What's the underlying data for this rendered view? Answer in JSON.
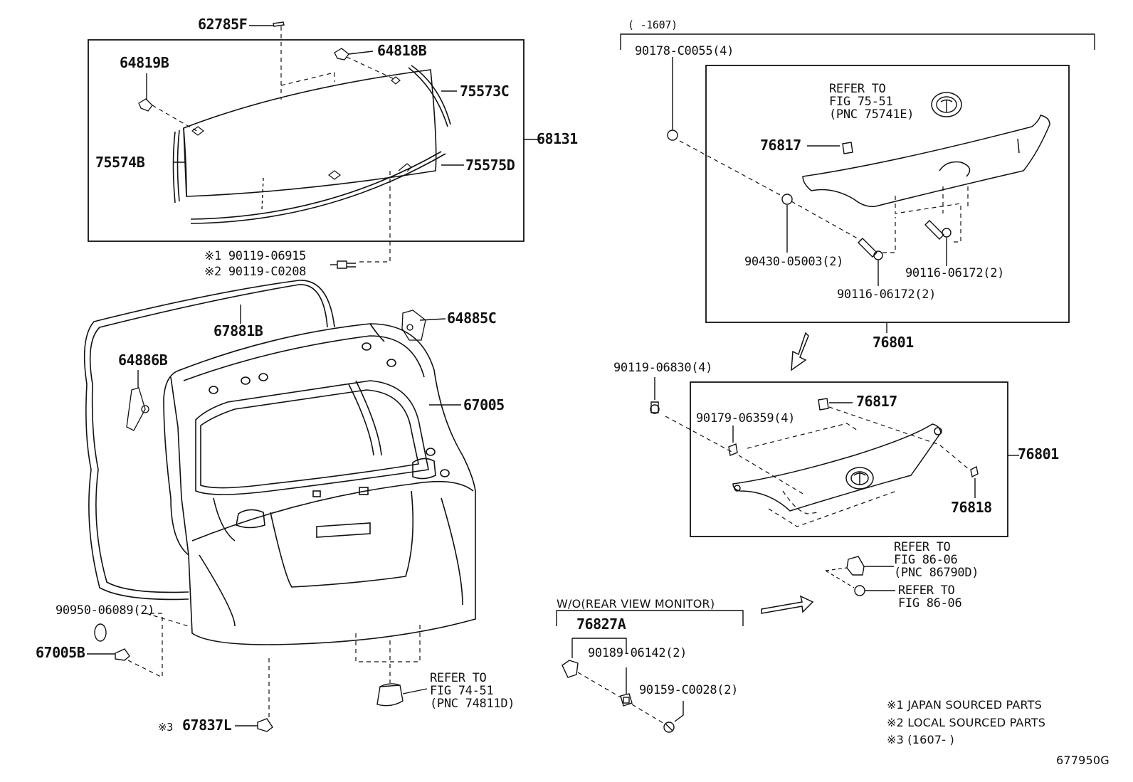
{
  "labels": {
    "p62785F": "62785F",
    "p64818B": "64818B",
    "p64819B": "64819B",
    "p75573C": "75573C",
    "p68131": "68131",
    "p75574B": "75574B",
    "p75575D": "75575D",
    "p90119_06915": "※1 90119-06915",
    "p90119_C0208": "※2 90119-C0208",
    "p67881B": "67881B",
    "p64885C": "64885C",
    "p64886B": "64886B",
    "p67005": "67005",
    "p90950": "90950-06089(2)",
    "p67005B": "67005B",
    "p67837L_prefix": "※3",
    "p67837L": "67837L",
    "range_top": "(    -1607)",
    "p90178": "90178-C0055(4)",
    "p76817_a": "76817",
    "p90430": "90430-05003(2)",
    "p90116_a": "90116-06172(2)",
    "p90116_b": "90116-06172(2)",
    "p76801_a": "76801",
    "p90119_06830": "90119-06830(4)",
    "p90179": "90179-06359(4)",
    "p76817_b": "76817",
    "p76801_b": "76801",
    "p76818": "76818",
    "wo_monitor": "W/O(REAR VIEW MONITOR)",
    "p76827A": "76827A",
    "p90189": "90189-06142(2)",
    "p90159": "90159-C0028(2)",
    "figure_id": "677950G"
  },
  "references": {
    "ref_75_51": [
      "REFER TO",
      "FIG 75-51",
      "(PNC 75741E)"
    ],
    "ref_74_51": [
      "REFER TO",
      "FIG 74-51",
      "(PNC 74811D)"
    ],
    "ref_86_06_a": [
      "REFER TO",
      "FIG 86-06",
      "(PNC 86790D)"
    ],
    "ref_86_06_b": [
      "REFER TO",
      "FIG 86-06"
    ]
  },
  "legend": {
    "note1": "※1  JAPAN SOURCED PARTS",
    "note2": "※2  LOCAL SOURCED PARTS",
    "note3": "※3  (1607-    )"
  }
}
